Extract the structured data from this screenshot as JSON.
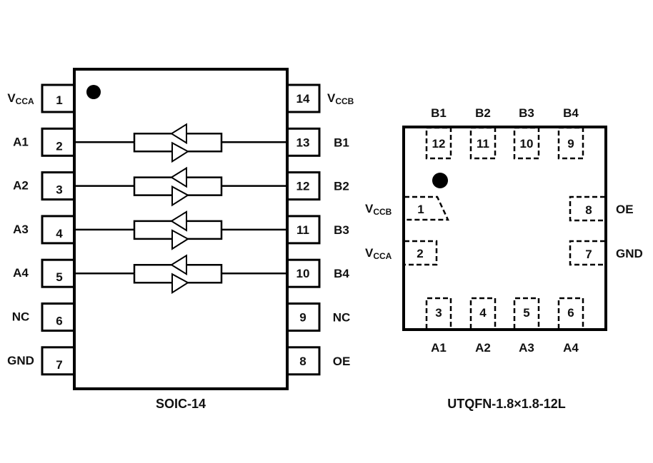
{
  "soic": {
    "title": "SOIC-14",
    "left_pins": [
      {
        "num": "1",
        "name": "V",
        "sub": "CCA"
      },
      {
        "num": "2",
        "name": "A1",
        "sub": ""
      },
      {
        "num": "3",
        "name": "A2",
        "sub": ""
      },
      {
        "num": "4",
        "name": "A3",
        "sub": ""
      },
      {
        "num": "5",
        "name": "A4",
        "sub": ""
      },
      {
        "num": "6",
        "name": "NC",
        "sub": ""
      },
      {
        "num": "7",
        "name": "GND",
        "sub": ""
      }
    ],
    "right_pins": [
      {
        "num": "14",
        "name": "V",
        "sub": "CCB"
      },
      {
        "num": "13",
        "name": "B1",
        "sub": ""
      },
      {
        "num": "12",
        "name": "B2",
        "sub": ""
      },
      {
        "num": "11",
        "name": "B3",
        "sub": ""
      },
      {
        "num": "10",
        "name": "B4",
        "sub": ""
      },
      {
        "num": "9",
        "name": "NC",
        "sub": ""
      },
      {
        "num": "8",
        "name": "OE",
        "sub": ""
      }
    ],
    "channels": 4
  },
  "utqfn": {
    "title": "UTQFN-1.8×1.8-12L",
    "top_pins": [
      {
        "num": "12",
        "name": "B1"
      },
      {
        "num": "11",
        "name": "B2"
      },
      {
        "num": "10",
        "name": "B3"
      },
      {
        "num": "9",
        "name": "B4"
      }
    ],
    "bottom_pins": [
      {
        "num": "3",
        "name": "A1"
      },
      {
        "num": "4",
        "name": "A2"
      },
      {
        "num": "5",
        "name": "A3"
      },
      {
        "num": "6",
        "name": "A4"
      }
    ],
    "left_pins": [
      {
        "num": "1",
        "name": "V",
        "sub": "CCB"
      },
      {
        "num": "2",
        "name": "V",
        "sub": "CCA"
      }
    ],
    "right_pins": [
      {
        "num": "8",
        "name": "OE"
      },
      {
        "num": "7",
        "name": "GND"
      }
    ]
  }
}
